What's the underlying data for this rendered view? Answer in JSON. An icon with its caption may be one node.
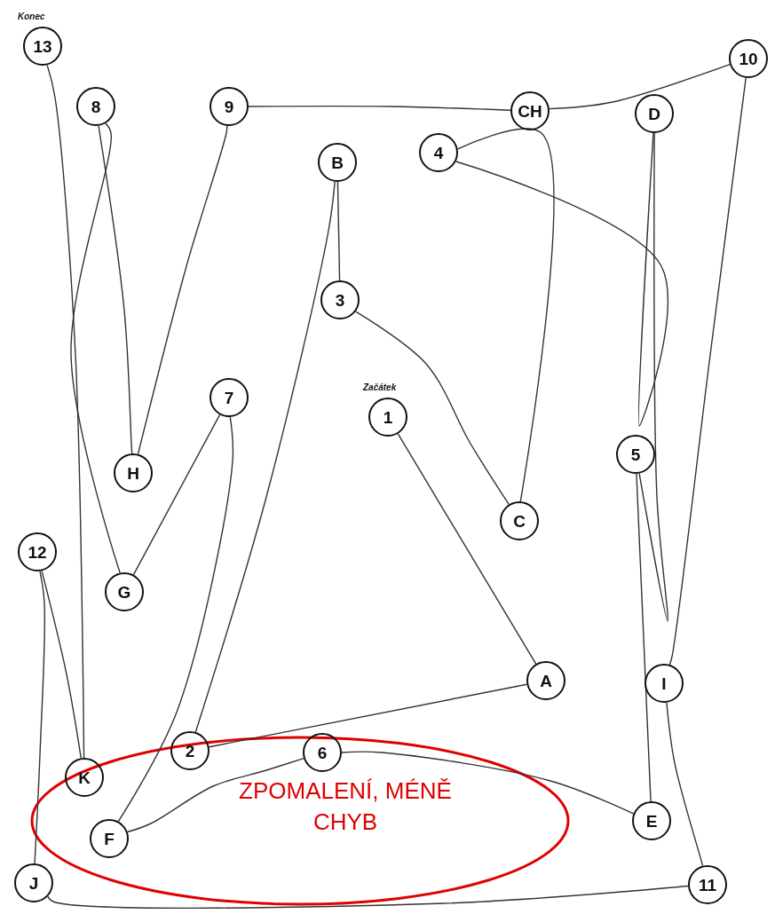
{
  "diagram": {
    "nodes": [
      {
        "text": [
          "13"
        ],
        "beside": [
          "Konec"
        ]
      },
      {
        "text": [
          "8"
        ]
      },
      {
        "text": [
          "9"
        ]
      },
      {
        "text": [
          "CH"
        ]
      },
      {
        "text": [
          "10"
        ]
      },
      {
        "text": [
          "D"
        ]
      },
      {
        "text": [
          "B"
        ]
      },
      {
        "text": [
          "4"
        ]
      },
      {
        "text": [
          "3"
        ]
      },
      {
        "text": [
          "7"
        ]
      },
      {
        "text": [
          "1"
        ],
        "beside": [
          "Začátek"
        ]
      },
      {
        "text": [
          "5"
        ]
      },
      {
        "text": [
          "H"
        ]
      },
      {
        "text": [
          "C"
        ]
      },
      {
        "text": [
          "12"
        ]
      },
      {
        "text": [
          "G"
        ]
      },
      {
        "text": [
          "A"
        ]
      },
      {
        "text": [
          "I"
        ]
      },
      {
        "text": [
          "2"
        ]
      },
      {
        "text": [
          "6"
        ]
      },
      {
        "text": [
          "K"
        ]
      },
      {
        "text": [
          "E"
        ]
      },
      {
        "text": [
          "F"
        ]
      },
      {
        "text": [
          "J"
        ]
      },
      {
        "text": [
          "11"
        ]
      },
      {
        "text": [
          "ZPOMALENÍ, MÉNĚ CHYB"
        ]
      }
    ],
    "edges": [
      {
        "from": 10,
        "to": 16,
        "arrow": "none"
      },
      {
        "from": 16,
        "to": 18,
        "arrow": "none"
      },
      {
        "from": 18,
        "to": 6,
        "arrow": "none"
      },
      {
        "from": 6,
        "to": 8,
        "arrow": "none"
      },
      {
        "from": 8,
        "to": 13,
        "arrow": "none"
      },
      {
        "from": 13,
        "to": 7,
        "arrow": "none"
      },
      {
        "from": 7,
        "to": 5,
        "arrow": "none"
      },
      {
        "from": 5,
        "to": 11,
        "arrow": "none"
      },
      {
        "from": 11,
        "to": 21,
        "arrow": "none"
      },
      {
        "from": 21,
        "to": 19,
        "arrow": "none"
      },
      {
        "from": 19,
        "to": 22,
        "arrow": "none"
      },
      {
        "from": 22,
        "to": 9,
        "arrow": "none"
      },
      {
        "from": 9,
        "to": 15,
        "arrow": "none"
      },
      {
        "from": 15,
        "to": 1,
        "arrow": "none"
      },
      {
        "from": 1,
        "to": 12,
        "arrow": "none"
      },
      {
        "from": 12,
        "to": 2,
        "arrow": "none"
      },
      {
        "from": 2,
        "to": 3,
        "arrow": "none"
      },
      {
        "from": 3,
        "to": 4,
        "arrow": "none"
      },
      {
        "from": 4,
        "to": 17,
        "arrow": "none"
      },
      {
        "from": 17,
        "to": 24,
        "arrow": "none"
      },
      {
        "from": 24,
        "to": 23,
        "arrow": "none"
      },
      {
        "from": 23,
        "to": 14,
        "arrow": "none"
      },
      {
        "from": 14,
        "to": 20,
        "arrow": "none"
      },
      {
        "from": 20,
        "to": 0,
        "arrow": "none"
      }
    ]
  }
}
